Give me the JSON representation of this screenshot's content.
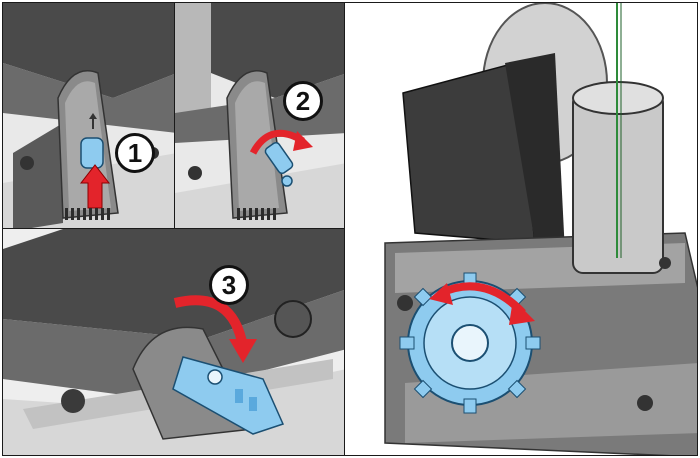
{
  "steps": {
    "step1": "1",
    "step2": "2",
    "step3": "3"
  },
  "colors": {
    "arrow_red": "#e3242b",
    "release_blue": "#8ecbef",
    "housing_dark": "#3c3c3c",
    "housing_mid": "#7a7a7a",
    "housing_light": "#c9c9c9",
    "cable_green": "#2e8b3a"
  },
  "icons": {
    "push_arrow": "arrow-up-icon",
    "rotate_arrow": "curved-arrow-icon",
    "bidirectional_arrow": "double-curved-arrow-icon"
  }
}
